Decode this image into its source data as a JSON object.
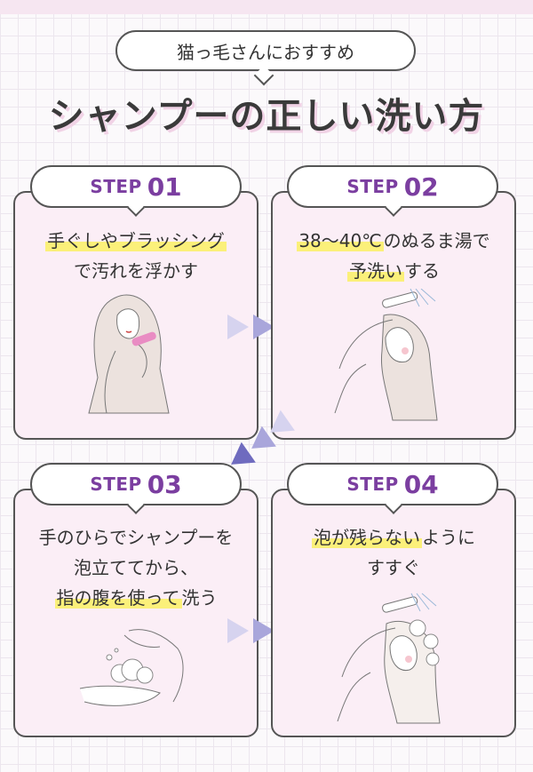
{
  "header": {
    "subtitle": "猫っ毛さんにおすすめ",
    "title": "シャンプーの正しい洗い方"
  },
  "steps": [
    {
      "word": "STEP",
      "num": "01",
      "lines": [
        [
          {
            "t": "手ぐしやブラッシング",
            "hl": true
          }
        ],
        [
          {
            "t": "で汚れを浮かす",
            "hl": false
          }
        ]
      ],
      "illustration": "woman-brushing-hair"
    },
    {
      "word": "STEP",
      "num": "02",
      "lines": [
        [
          {
            "t": "38〜40℃",
            "hl": true
          },
          {
            "t": "のぬるま湯で",
            "hl": false
          }
        ],
        [
          {
            "t": "予洗い",
            "hl": true
          },
          {
            "t": "する",
            "hl": false
          }
        ]
      ],
      "illustration": "woman-rinsing-hair-shower"
    },
    {
      "word": "STEP",
      "num": "03",
      "lines": [
        [
          {
            "t": "手のひらでシャンプーを",
            "hl": false
          }
        ],
        [
          {
            "t": "泡立ててから、",
            "hl": false
          }
        ],
        [
          {
            "t": "指の腹を使って",
            "hl": true
          },
          {
            "t": "洗う",
            "hl": false
          }
        ]
      ],
      "illustration": "hands-lathering-foam"
    },
    {
      "word": "STEP",
      "num": "04",
      "lines": [
        [
          {
            "t": "泡が残らない",
            "hl": true
          },
          {
            "t": "ように",
            "hl": false
          }
        ],
        [
          {
            "t": "すすぐ",
            "hl": false
          }
        ]
      ],
      "illustration": "woman-rinsing-foam-shower"
    }
  ],
  "colors": {
    "step_purple": "#7b3ea0",
    "card_pink": "#fbeef6",
    "highlight_yellow": "#fbf07a",
    "arrow_light": "#d6d3ef",
    "arrow_mid": "#a9a6db",
    "arrow_dark": "#6f6bbf"
  }
}
